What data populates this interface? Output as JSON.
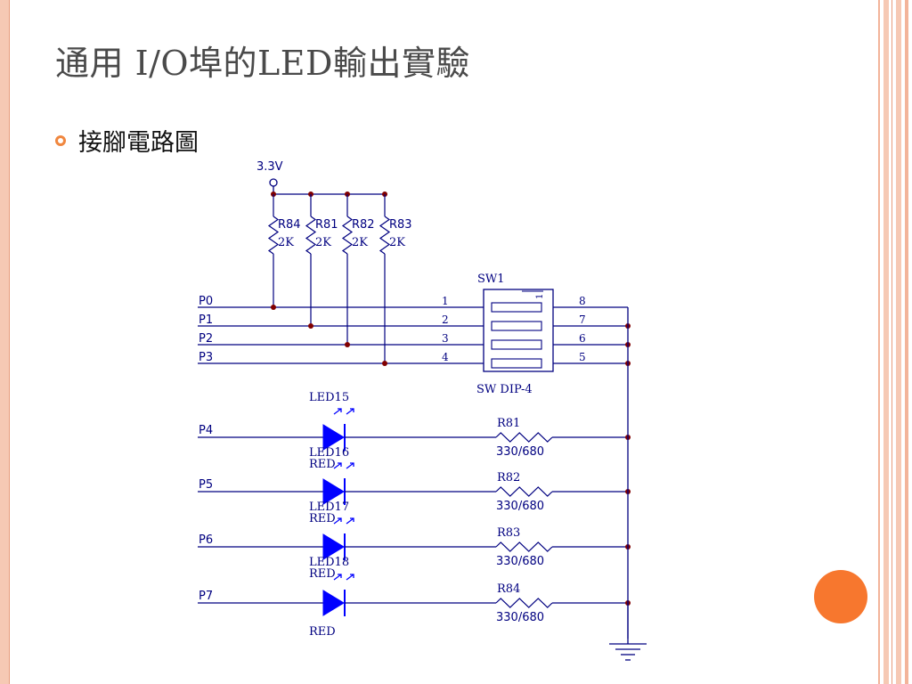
{
  "slide": {
    "title": "通用 I/O埠的LED輸出實驗",
    "bullet": "接腳電路圖"
  },
  "colors": {
    "accent": "#f0873f",
    "dot": "#f7772e",
    "wire": "#000080",
    "junction": "#800000",
    "led": "#0000ff",
    "stripe": "#f6c9b4"
  },
  "schematic": {
    "supply_label": "3.3V",
    "pullups": [
      {
        "name": "R84",
        "value": "2K"
      },
      {
        "name": "R81",
        "value": "2K"
      },
      {
        "name": "R82",
        "value": "2K"
      },
      {
        "name": "R83",
        "value": "2K"
      }
    ],
    "switch": {
      "ref": "SW1",
      "part": "SW DIP-4",
      "pins_left": [
        "1",
        "2",
        "3",
        "4"
      ],
      "pins_right": [
        "8",
        "7",
        "6",
        "5"
      ],
      "index_mark": "1"
    },
    "inputs": [
      "P0",
      "P1",
      "P2",
      "P3"
    ],
    "leds": [
      {
        "port": "P4",
        "name": "LED15",
        "color": "RED",
        "resistor": "R81",
        "value": "330/680"
      },
      {
        "port": "P5",
        "name": "LED16",
        "color": "RED",
        "resistor": "R82",
        "value": "330/680"
      },
      {
        "port": "P6",
        "name": "LED17",
        "color": "RED",
        "resistor": "R83",
        "value": "330/680"
      },
      {
        "port": "P7",
        "name": "LED18",
        "color": "RED",
        "resistor": "R84",
        "value": "330/680"
      }
    ]
  }
}
